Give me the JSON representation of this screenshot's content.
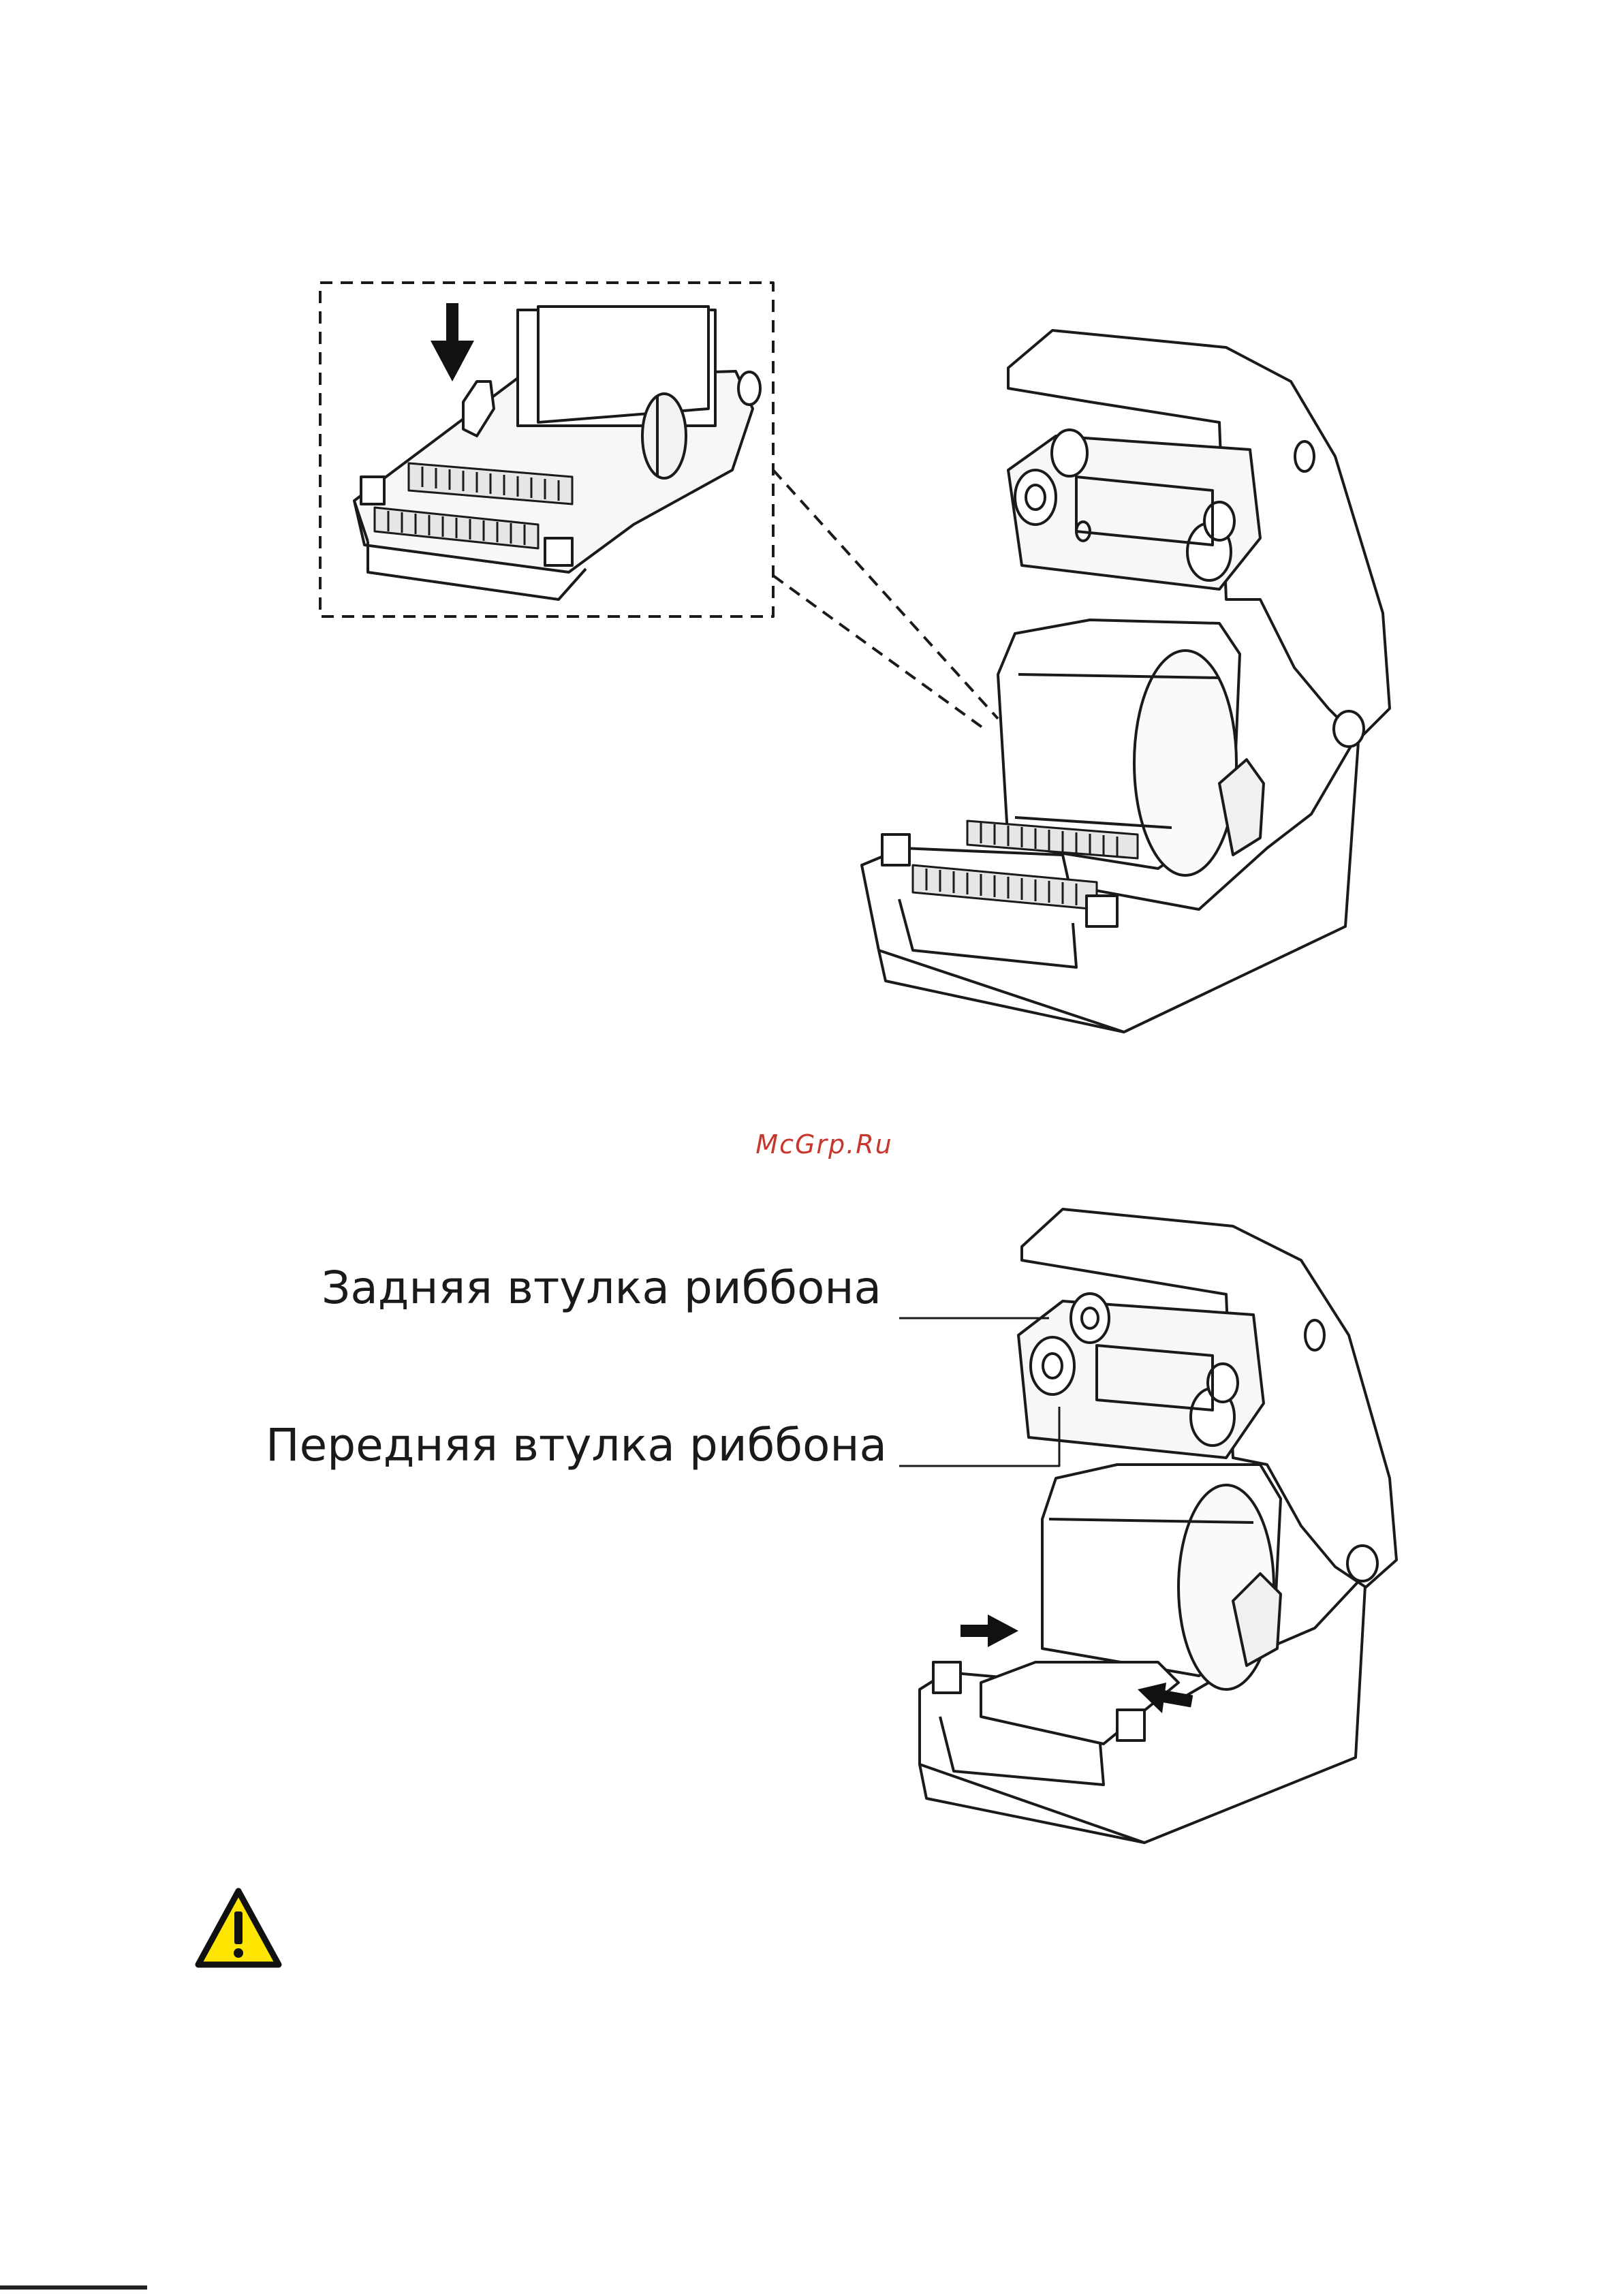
{
  "watermark": {
    "text": "McGrp.Ru",
    "color": "#c8372d"
  },
  "figure2": {
    "labels": {
      "rear_spindle": "Задняя втулка риббона",
      "front_spindle": "Передняя втулка риббона"
    }
  },
  "warning": {
    "icon": "warning-triangle-icon",
    "fill": "#ffe600"
  }
}
